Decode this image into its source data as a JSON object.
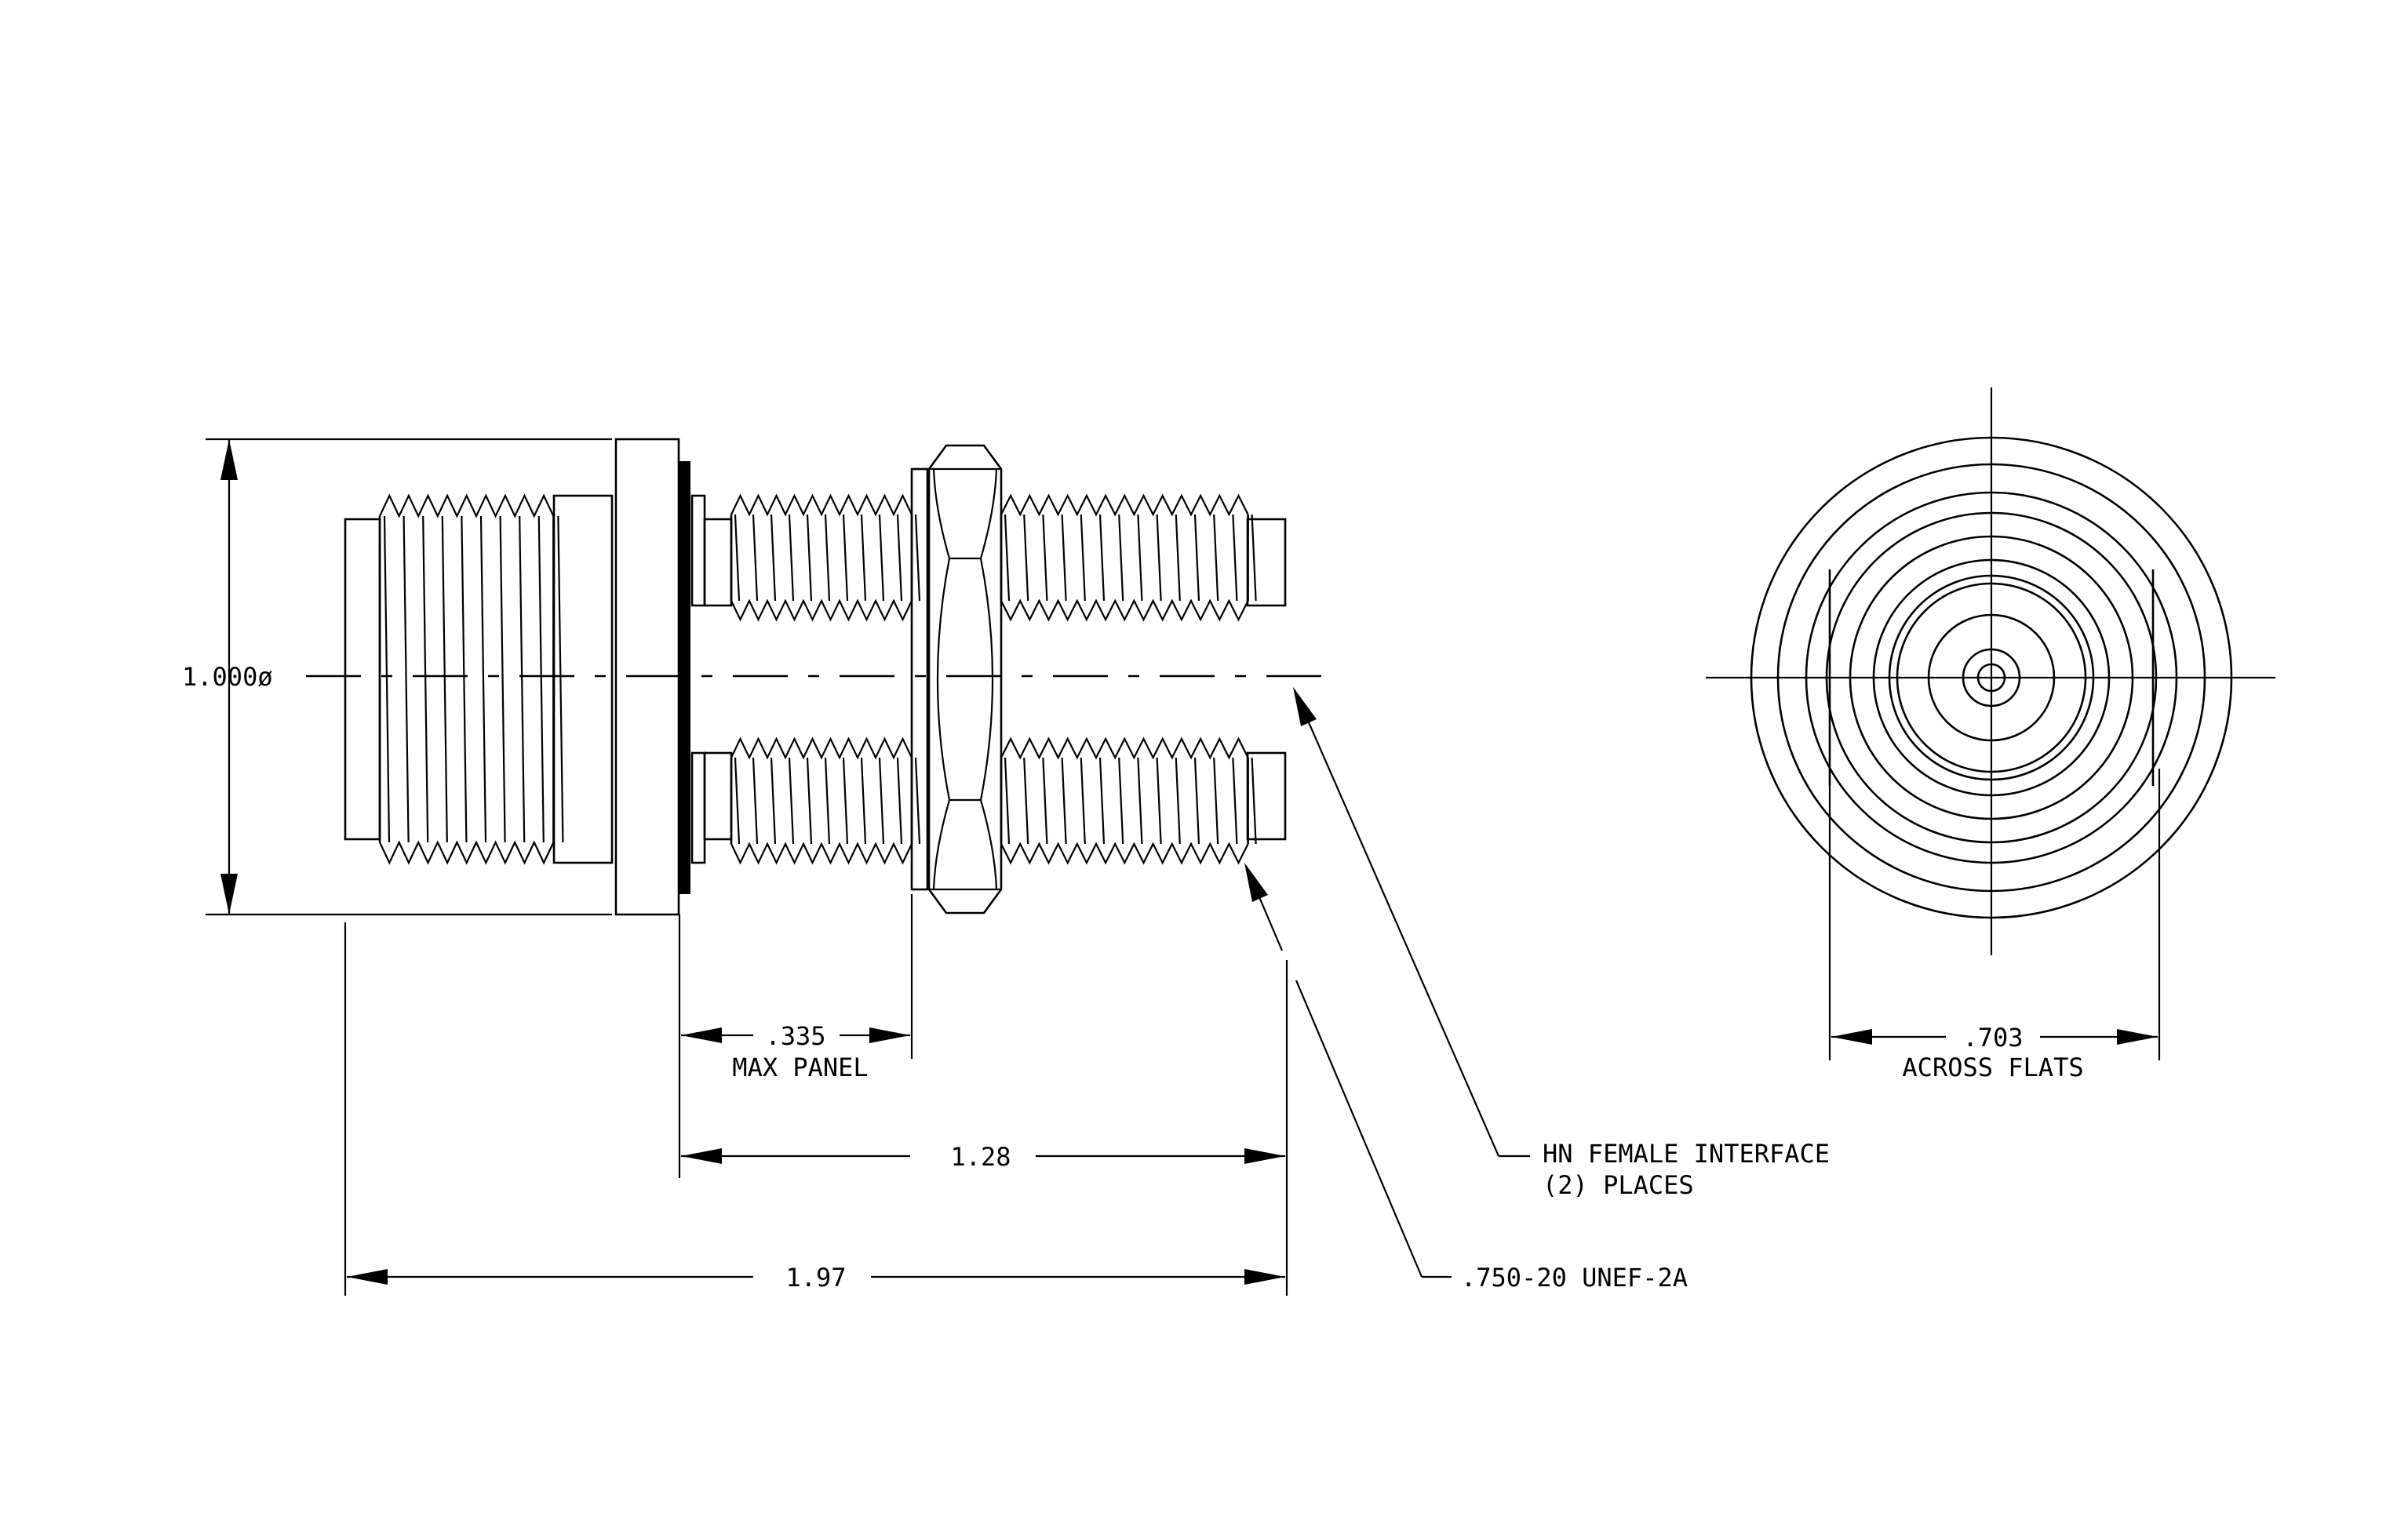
{
  "diagram": {
    "side_view": {
      "diameter_label": "1.000ø",
      "panel_dim": {
        "value": ".335",
        "caption": "MAX PANEL"
      },
      "length_mid": "1.28",
      "length_overall": "1.97",
      "callout_interface": {
        "line1": "HN FEMALE INTERFACE",
        "line2": "(2)  PLACES"
      },
      "callout_thread": ".750-20 UNEF-2A"
    },
    "end_view": {
      "flats_dim": {
        "value": ".703",
        "caption": "ACROSS FLATS"
      }
    }
  }
}
